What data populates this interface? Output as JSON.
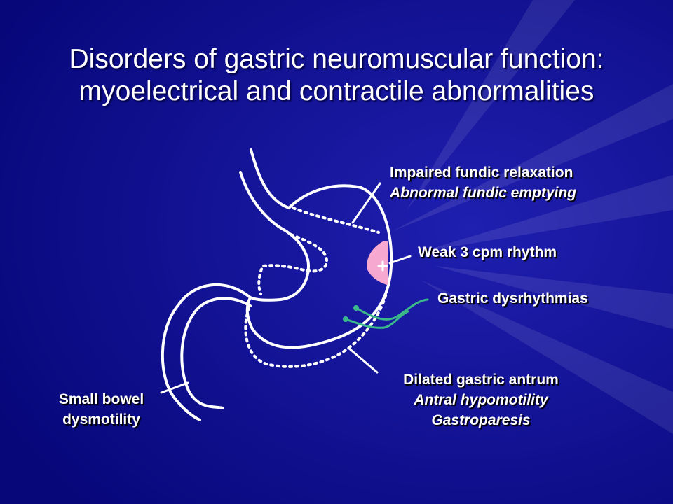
{
  "title": {
    "line1": "Disorders of gastric neuromuscular function:",
    "line2": "myoelectrical and contractile abnormalities"
  },
  "labels": {
    "fundic": {
      "line1": "Impaired fundic relaxation",
      "line2": "Abnormal fundic emptying"
    },
    "rhythm": "Weak 3 cpm rhythm",
    "dysrhythmia": "Gastric dysrhythmias",
    "antrum": {
      "line1": "Dilated gastric antrum",
      "line2": "Antral hypomotility",
      "line3": "Gastroparesis"
    },
    "bowel": {
      "line1": "Small bowel",
      "line2": "dysmotility"
    }
  },
  "colors": {
    "background": "#0a0a8c",
    "outline": "#ffffff",
    "pacemaker": "#f7a8d0",
    "electrode": "#3cb98a"
  }
}
